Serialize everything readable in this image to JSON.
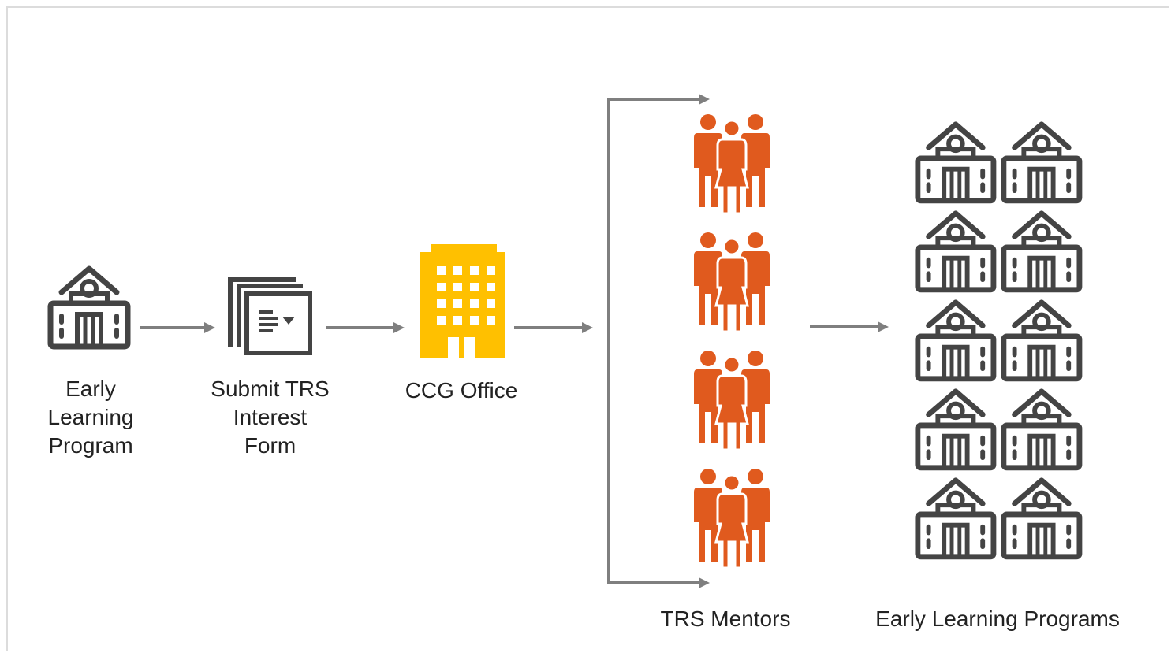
{
  "diagram": {
    "nodes": {
      "program": {
        "label": "Early\nLearning\nProgram",
        "icon": "school-building-icon"
      },
      "form": {
        "label": "Submit TRS\nInterest\nForm",
        "icon": "document-form-icon"
      },
      "office": {
        "label": "CCG Office",
        "icon": "office-building-icon"
      },
      "mentors": {
        "label": "TRS Mentors",
        "icon": "people-group-icon",
        "count": 4
      },
      "programs": {
        "label": "Early Learning Programs",
        "icon": "school-building-icon",
        "count": 10
      }
    },
    "colors": {
      "arrow": "#7f7f7f",
      "building_icon": "#444444",
      "office_icon": "#ffc000",
      "mentor_icon": "#e05a1e",
      "text": "#222222"
    }
  }
}
